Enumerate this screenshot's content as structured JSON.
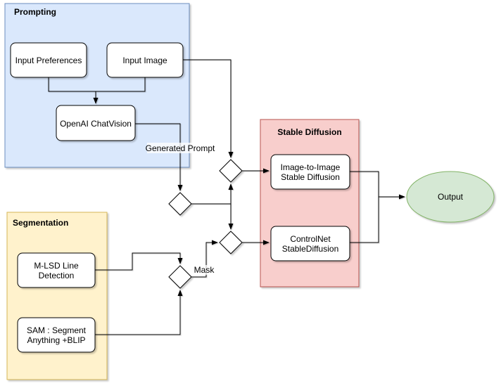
{
  "groups": {
    "prompting": {
      "title": "Prompting"
    },
    "segmentation": {
      "title": "Segmentation"
    },
    "stable_diffusion": {
      "title": "Stable Diffusion"
    }
  },
  "nodes": {
    "input_preferences": {
      "label": "Input Preferences"
    },
    "input_image": {
      "label": "Input Image"
    },
    "openai_chatvision": {
      "label": "OpenAI ChatVision"
    },
    "image_to_image": {
      "lines": [
        "Image-to-Image",
        "Stable Diffusion"
      ]
    },
    "controlnet": {
      "lines": [
        "ControlNet",
        "StableDiffusion"
      ]
    },
    "mlsd": {
      "lines": [
        "M-LSD Line",
        "Detection"
      ]
    },
    "sam": {
      "lines": [
        "SAM : Segment",
        "Anything +BLIP"
      ]
    },
    "output": {
      "label": "Output"
    }
  },
  "edge_labels": {
    "generated_prompt": "Generated Prompt",
    "mask": "Mask"
  },
  "colors": {
    "prompting_fill": "#dae8fc",
    "prompting_stroke": "#6c8ebf",
    "segmentation_fill": "#fff2cc",
    "segmentation_stroke": "#d6b656",
    "stable_diffusion_fill": "#f8cecc",
    "stable_diffusion_stroke": "#b85450",
    "output_fill": "#d5e8d4",
    "output_stroke": "#82b366",
    "node_fill": "#ffffff",
    "line": "#000000"
  }
}
